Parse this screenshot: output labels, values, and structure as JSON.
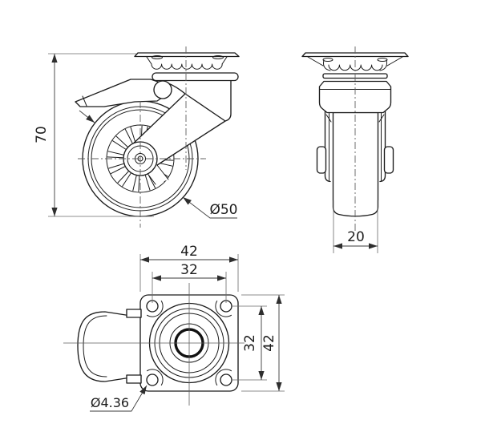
{
  "drawing": {
    "background": "#ffffff",
    "object_line_color": "#1c1c1c",
    "dimension_color": "#3a3a3a",
    "views": {
      "side": {
        "dims": {
          "height": "70",
          "wheel_diameter": "Ø50"
        }
      },
      "front": {
        "dims": {
          "wheel_width": "20"
        }
      },
      "plan": {
        "dims": {
          "plate_width": "42",
          "hole_spacing_x": "32",
          "hole_spacing_y": "32",
          "plate_depth": "42",
          "hole_diameter": "Ø4.36"
        }
      }
    }
  }
}
